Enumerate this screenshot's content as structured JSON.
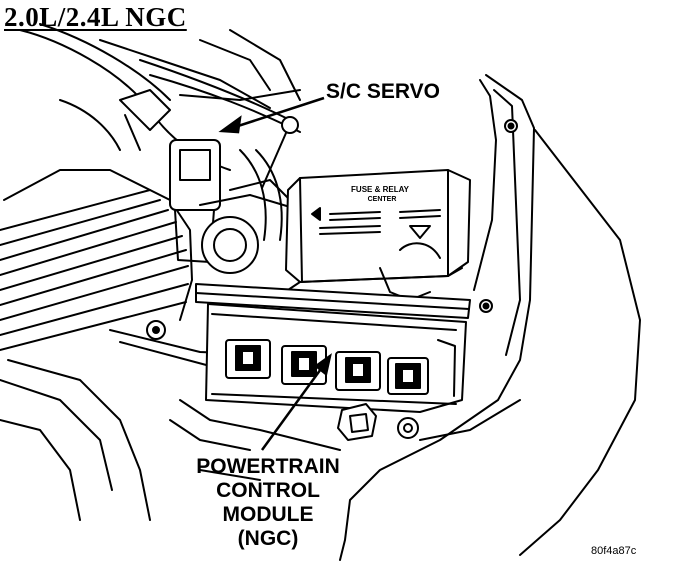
{
  "title": "2.0L/2.4L NGC",
  "callouts": {
    "servo": "S/C SERVO",
    "pcm_line1": "POWERTRAIN",
    "pcm_line2": "CONTROL",
    "pcm_line3": "MODULE",
    "pcm_line4": "(NGC)"
  },
  "fuse_box": {
    "line1": "FUSE & RELAY",
    "line2": "CENTER"
  },
  "figure_id": "80f4a87c"
}
